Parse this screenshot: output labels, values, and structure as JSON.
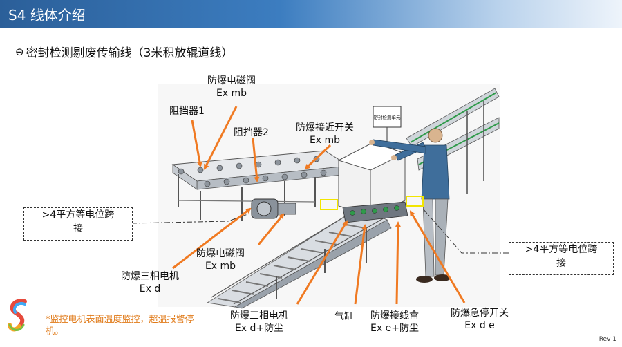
{
  "header": {
    "title": "S4 线体介绍"
  },
  "subtitle": {
    "bullet": "⊖",
    "text": "密封检测剔废传输线（3米积放辊道线）"
  },
  "labels": {
    "solenoid_top": {
      "line1": "防爆电磁阀",
      "line2": "Ex mb"
    },
    "stopper1": {
      "line1": "阻挡器1"
    },
    "stopper2": {
      "line1": "阻挡器2"
    },
    "proximity": {
      "line1": "防爆接近开关",
      "line2": "Ex mb"
    },
    "solenoid_mid": {
      "line1": "防爆电磁阀",
      "line2": "Ex mb"
    },
    "motor_left": {
      "line1": "防爆三相电机",
      "line2": "Ex d"
    },
    "motor_bottom": {
      "line1": "防爆三相电机",
      "line2": "Ex d+防尘"
    },
    "cylinder": {
      "line1": "气缸"
    },
    "junction_box": {
      "line1": "防爆接线盒",
      "line2": "Ex e+防尘"
    },
    "estop": {
      "line1": "防爆急停开关",
      "line2": "Ex d e"
    }
  },
  "bonding_left": {
    "line1": ">4平方等电位跨",
    "line2": "接"
  },
  "bonding_right": {
    "line1": ">4平方等电位跨",
    "line2": "接"
  },
  "machine_sign": "密封检测单元",
  "note": "*监控电机表面温度监控，超温报警停机。",
  "rev": "Rev 1",
  "colors": {
    "arrow": "#f07a22",
    "highlight": "#f2e500",
    "header": "#2b5f99"
  }
}
